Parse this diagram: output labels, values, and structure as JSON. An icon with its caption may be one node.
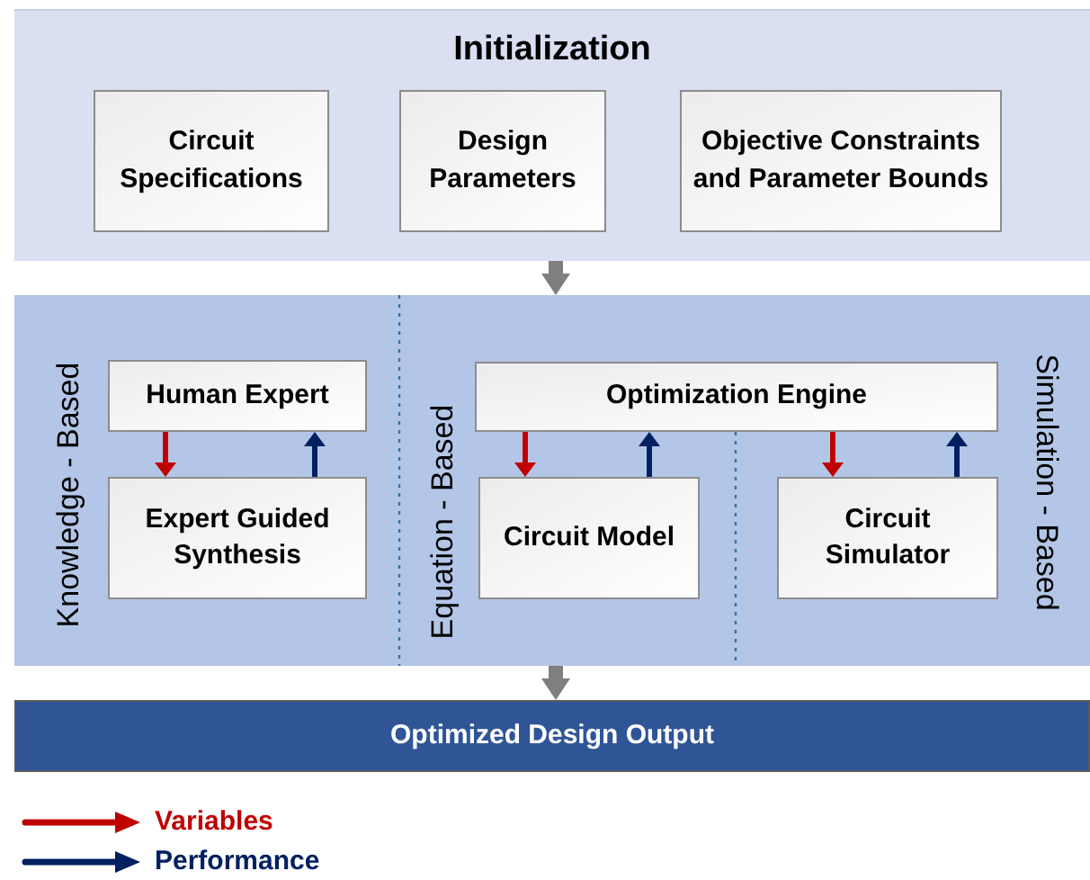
{
  "diagram": {
    "nodes": [
      {
        "text": [
          "Initialization"
        ]
      },
      {
        "text": [
          "Circuit Specifications"
        ],
        "in": 0
      },
      {
        "text": [
          "Design Parameters"
        ],
        "in": 0
      },
      {
        "text": [
          "Objective Constraints and Parameter Bounds"
        ],
        "in": 0
      },
      {
        "text": [
          "Knowledge - Based",
          "Equation - Based",
          "Simulation - Based"
        ]
      },
      {
        "text": [
          "Human Expert"
        ],
        "in": 4
      },
      {
        "text": [
          "Expert Guided Synthesis"
        ],
        "in": 4
      },
      {
        "text": [
          "Optimization Engine"
        ],
        "in": 4
      },
      {
        "text": [
          "Circuit Model"
        ],
        "in": 4
      },
      {
        "text": [
          "Circuit Simulator"
        ],
        "in": 4
      },
      {
        "text": [
          "Optimized Design Output"
        ]
      }
    ],
    "edges": [
      {
        "from": 0,
        "to": 4,
        "arrow": "to",
        "style": "thick",
        "color": "#7f7f7f"
      },
      {
        "from": 5,
        "to": 6,
        "arrow": "to",
        "color": "#c00000"
      },
      {
        "from": 6,
        "to": 5,
        "arrow": "to",
        "color": "#002060"
      },
      {
        "from": 7,
        "to": 8,
        "arrow": "to",
        "color": "#c00000"
      },
      {
        "from": 8,
        "to": 7,
        "arrow": "to",
        "color": "#002060"
      },
      {
        "from": 7,
        "to": 9,
        "arrow": "to",
        "color": "#c00000"
      },
      {
        "from": 9,
        "to": 7,
        "arrow": "to",
        "color": "#002060"
      },
      {
        "from": 4,
        "to": 10,
        "arrow": "to",
        "style": "thick",
        "color": "#7f7f7f"
      }
    ],
    "legend": [
      {
        "text": "Variables",
        "color": "#c00000"
      },
      {
        "text": "Performance",
        "color": "#002060"
      }
    ]
  }
}
